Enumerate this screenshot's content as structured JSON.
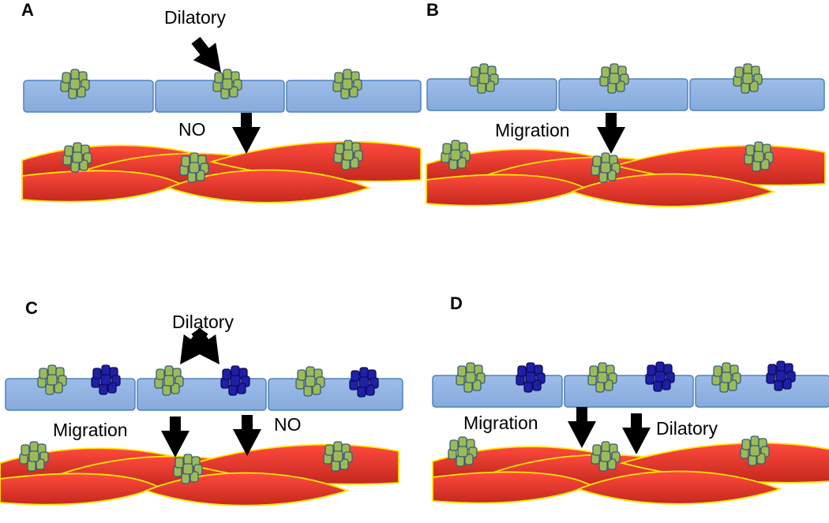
{
  "panels": [
    {
      "letter": "A",
      "labels": {
        "top": "Dilatory",
        "bottom": "NO"
      }
    },
    {
      "letter": "B",
      "labels": {
        "bottom": "Migration"
      }
    },
    {
      "letter": "C",
      "labels": {
        "top": "Dilatory",
        "left": "Migration",
        "right": "NO"
      }
    },
    {
      "letter": "D",
      "labels": {
        "left": "Migration",
        "right": "Dilatory"
      }
    }
  ],
  "colors": {
    "endothelium_fill": "#8fb4e3",
    "endothelium_stroke": "#4f81bd",
    "muscle_fill": "#e03a2e",
    "muscle_stroke": "#ffe600",
    "channel_green": "#9bbb59",
    "channel_blue": "#1f1fa8",
    "arrow": "#000000"
  },
  "icons": [
    "channel-cluster-green-icon",
    "channel-cluster-blue-icon",
    "arrow-down-icon",
    "arrow-diagonal-icon"
  ]
}
